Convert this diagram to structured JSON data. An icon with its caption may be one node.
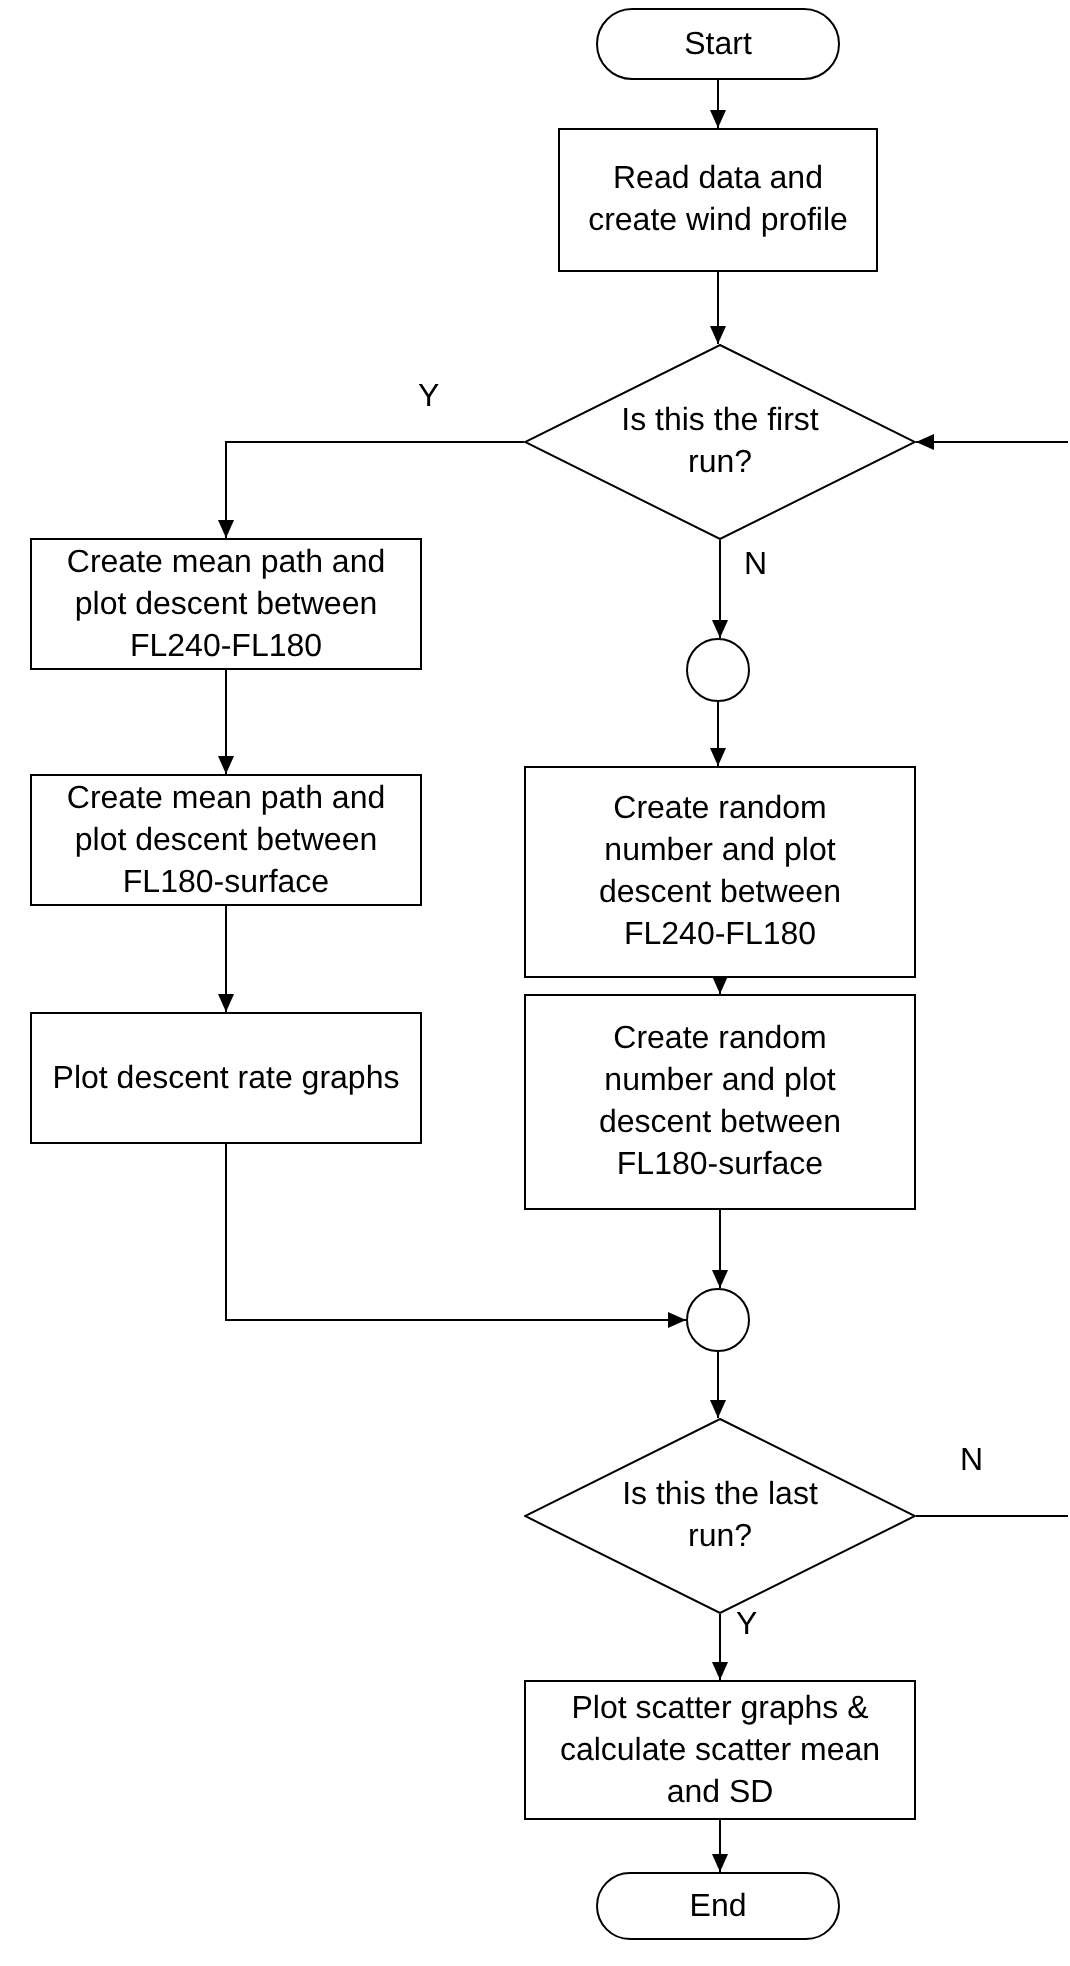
{
  "diagram": {
    "nodes": [
      {
        "text": [
          "Start"
        ]
      },
      {
        "text": [
          "Read data and create wind profile"
        ]
      },
      {
        "text": [
          "Is this the first run?"
        ]
      },
      {
        "text": [
          "Create mean path and plot descent between FL240-FL180"
        ]
      },
      {
        "text": [
          "Create mean path and plot descent between FL180-surface"
        ]
      },
      {
        "text": [
          "Plot descent rate graphs"
        ]
      },
      {
        "text": [],
        "shape": "circle"
      },
      {
        "text": [
          "Create random number and plot descent between FL240-FL180"
        ]
      },
      {
        "text": [
          "Create random number and plot descent between FL180-surface"
        ]
      },
      {
        "text": [],
        "shape": "circle"
      },
      {
        "text": [
          "Is this the last run?"
        ]
      },
      {
        "text": [
          "Plot scatter graphs & calculate scatter mean and SD"
        ]
      },
      {
        "text": [
          "End"
        ]
      }
    ],
    "edges": [
      {
        "from": 0,
        "to": 1,
        "arrow": "to"
      },
      {
        "from": 1,
        "to": 2,
        "arrow": "to"
      },
      {
        "from": 2,
        "to": 3,
        "arrow": "to",
        "label": "Y"
      },
      {
        "from": 2,
        "to": 6,
        "arrow": "to",
        "label": "N"
      },
      {
        "from": 3,
        "to": 4,
        "arrow": "to"
      },
      {
        "from": 4,
        "to": 5,
        "arrow": "to"
      },
      {
        "from": 6,
        "to": 7,
        "arrow": "to"
      },
      {
        "from": 7,
        "to": 8,
        "arrow": "to"
      },
      {
        "from": 5,
        "to": 9,
        "arrow": "to"
      },
      {
        "from": 8,
        "to": 9,
        "arrow": "to"
      },
      {
        "from": 9,
        "to": 10,
        "arrow": "to"
      },
      {
        "from": 10,
        "to": 11,
        "arrow": "to",
        "label": "Y"
      },
      {
        "from": 10,
        "to": null,
        "arrow": "none",
        "label": "N"
      },
      {
        "from": null,
        "to": 2,
        "arrow": "to"
      },
      {
        "from": 11,
        "to": 12,
        "arrow": "to"
      }
    ]
  }
}
